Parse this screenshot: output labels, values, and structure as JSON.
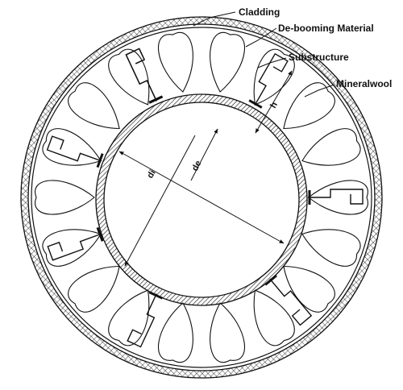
{
  "labels": {
    "cladding": "Cladding",
    "deboom": "De-booming Material",
    "substructure": "Substructure",
    "mineralwool": "Mineralwool"
  },
  "dimensions": {
    "di": "di",
    "de": "de",
    "h": "h"
  },
  "colors": {
    "line": "#111111",
    "background": "#ffffff"
  }
}
